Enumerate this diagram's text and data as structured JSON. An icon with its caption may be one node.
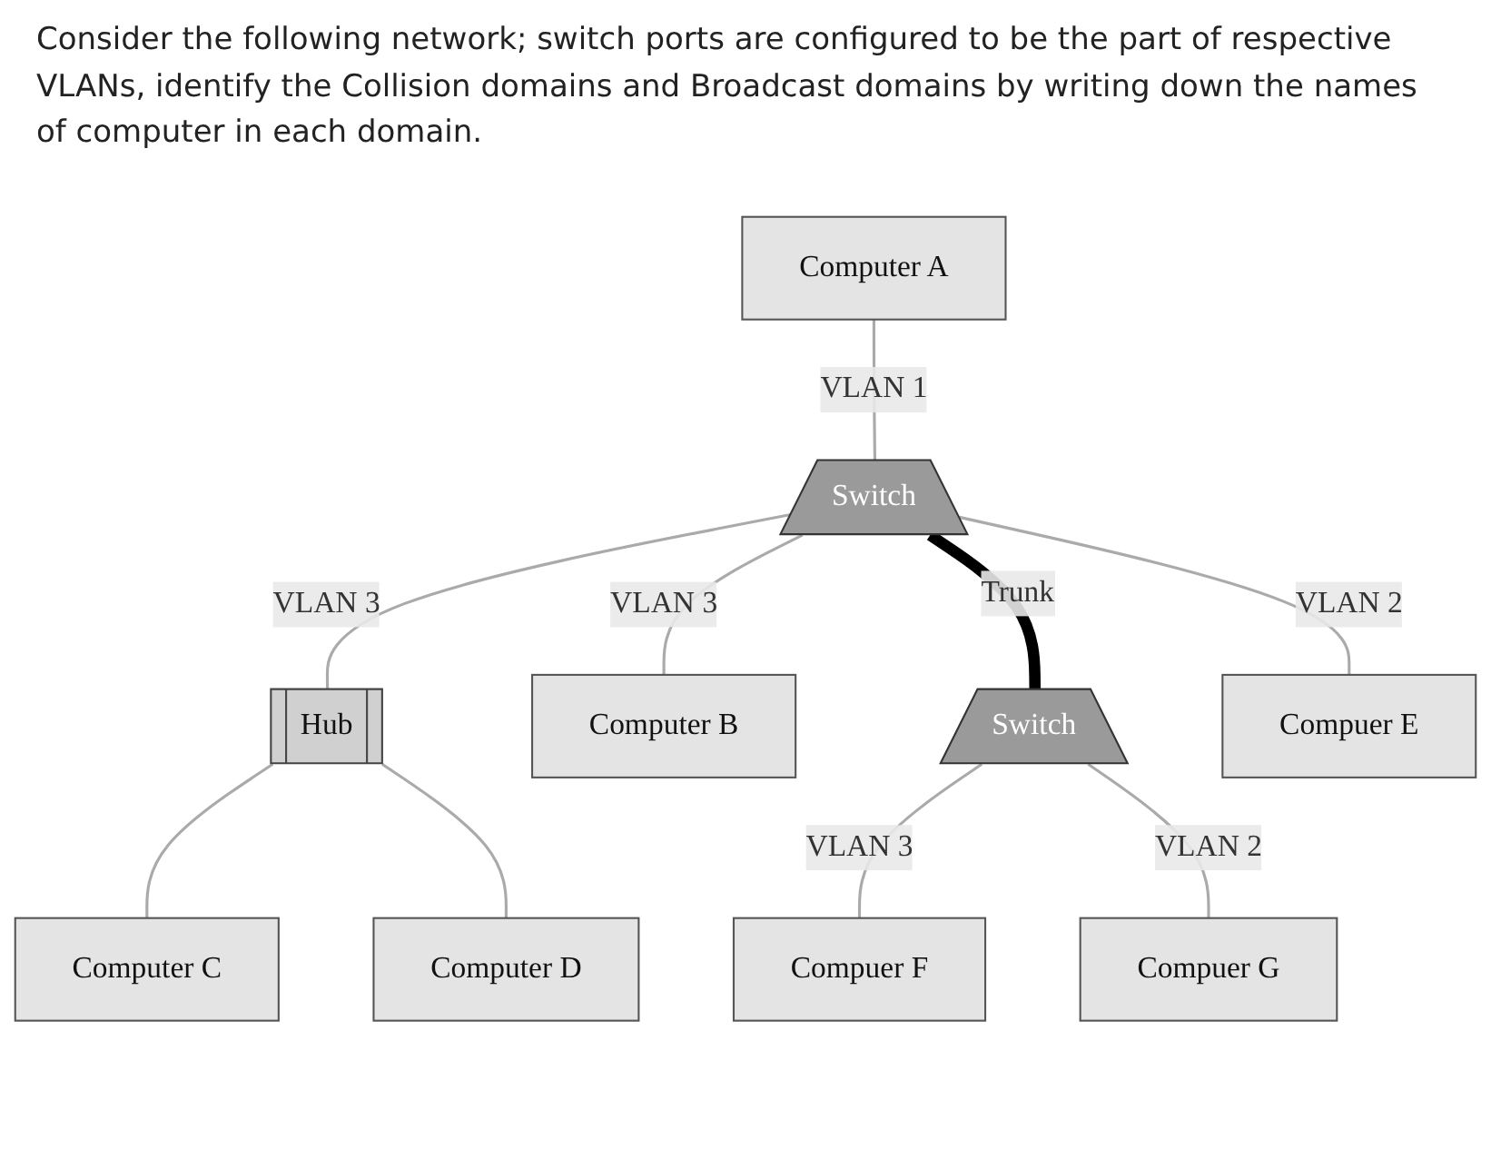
{
  "diagram": {
    "title": "Consider the following network; switch ports are configured to be the part of respective VLANs, identify the Collision domains and Broadcast domains by writing down the names of computer in each domain.",
    "nodes": [
      {
        "text": [
          "Computer A"
        ]
      },
      {
        "text": [
          "Computer C"
        ]
      },
      {
        "text": [
          "Hub"
        ]
      },
      {
        "text": [
          "Switch"
        ]
      },
      {
        "text": [
          "Computer B"
        ]
      },
      {
        "text": [
          "Computer D"
        ]
      },
      {
        "text": [
          "Switch"
        ]
      },
      {
        "text": [
          "Compuer E"
        ]
      },
      {
        "text": [
          "Compuer F"
        ]
      },
      {
        "text": [
          "Compuer G"
        ]
      }
    ],
    "edges": [
      {
        "from": 0,
        "to": 3,
        "arrow": "none",
        "label": "VLAN 1"
      },
      {
        "from": 3,
        "to": 2,
        "arrow": "none",
        "label": "VLAN 3"
      },
      {
        "from": 2,
        "to": 1,
        "arrow": "none"
      },
      {
        "from": 2,
        "to": 5,
        "arrow": "none"
      },
      {
        "from": 3,
        "to": 4,
        "arrow": "none",
        "label": "VLAN 3"
      },
      {
        "from": 3,
        "to": 7,
        "arrow": "none",
        "label": "VLAN 2"
      },
      {
        "from": 3,
        "to": 6,
        "arrow": "none",
        "label": "Trunk",
        "style": "thick",
        "color": "#000000"
      },
      {
        "from": 6,
        "to": 8,
        "arrow": "none",
        "label": "VLAN 3"
      },
      {
        "from": 6,
        "to": 9,
        "arrow": "none",
        "label": "VLAN 2"
      }
    ]
  }
}
